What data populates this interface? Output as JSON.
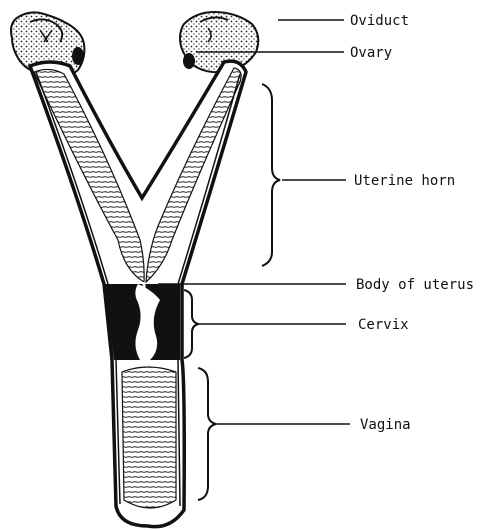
{
  "labels": {
    "oviduct": "Oviduct",
    "ovary": "Ovary",
    "uterine_horn": "Uterine horn",
    "body_of_uterus": "Body of uterus",
    "cervix": "Cervix",
    "vagina": "Vagina"
  },
  "colors": {
    "ink": "#111111",
    "paper": "#ffffff"
  }
}
